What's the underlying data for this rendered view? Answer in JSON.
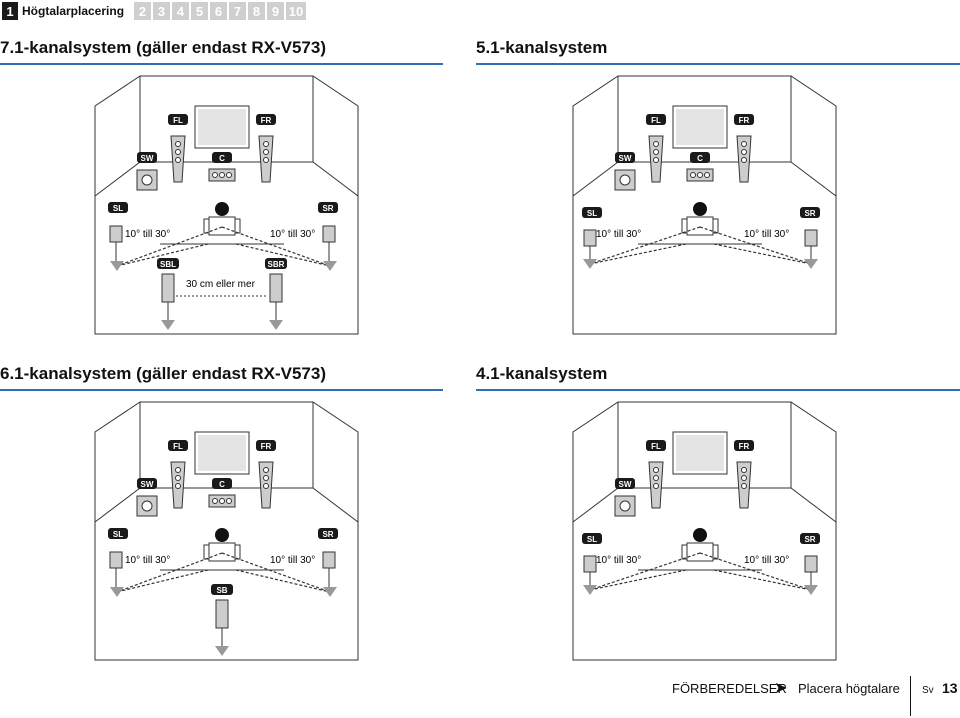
{
  "tabs": {
    "active_number": "1",
    "active_label": "Högtalarplacering",
    "others": [
      "2",
      "3",
      "4",
      "5",
      "6",
      "7",
      "8",
      "9",
      "10"
    ]
  },
  "sections": [
    {
      "title": "7.1-kanalsystem (gäller endast RX-V573)",
      "labels": {
        "fl": "FL",
        "fr": "FR",
        "sw": "SW",
        "c": "C",
        "sl": "SL",
        "sr": "SR",
        "sbl": "SBL",
        "sbr": "SBR"
      },
      "angle_left": "10° till 30°",
      "angle_right": "10° till 30°",
      "distance": "30 cm eller mer"
    },
    {
      "title": "5.1-kanalsystem",
      "labels": {
        "fl": "FL",
        "fr": "FR",
        "sw": "SW",
        "c": "C",
        "sl": "SL",
        "sr": "SR"
      },
      "angle_left": "10° till 30°",
      "angle_right": "10° till 30°"
    },
    {
      "title": "6.1-kanalsystem (gäller endast RX-V573)",
      "labels": {
        "fl": "FL",
        "fr": "FR",
        "sw": "SW",
        "c": "C",
        "sl": "SL",
        "sr": "SR",
        "sb": "SB"
      },
      "angle_left": "10° till 30°",
      "angle_right": "10° till 30°"
    },
    {
      "title": "4.1-kanalsystem",
      "labels": {
        "fl": "FL",
        "fr": "FR",
        "sw": "SW",
        "sl": "SL",
        "sr": "SR"
      },
      "angle_left": "10° till 30°",
      "angle_right": "10° till 30°"
    }
  ],
  "footer": {
    "section": "FÖRBEREDELSER",
    "arrow": "➤",
    "topic": "Placera högtalare",
    "lang": "Sv",
    "page": "13"
  },
  "colors": {
    "accent_rule": "#2f6fb5",
    "label_fill": "#1a1a1a",
    "tab_inactive": "#cfcfcf"
  }
}
